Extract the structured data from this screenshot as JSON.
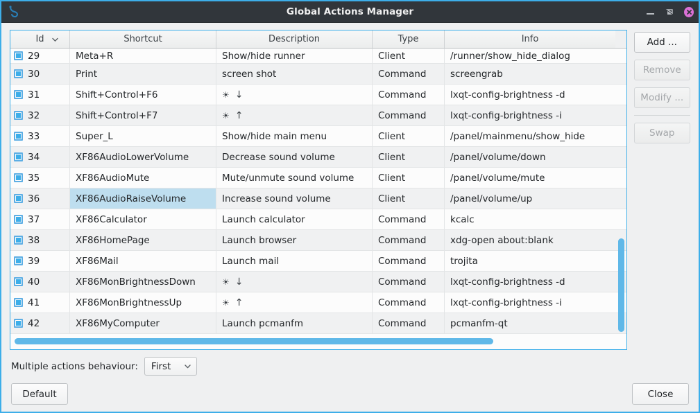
{
  "window": {
    "title": "Global Actions Manager",
    "app_icon": "lxqt-globalkeys-icon",
    "controls": {
      "minimize": "minimize-icon",
      "maximize": "maximize-icon",
      "close": "close-icon"
    },
    "colors": {
      "titlebar_bg": "#31363b",
      "accent": "#3daee9",
      "close_button": "#da70d6",
      "selection": "#bedeef",
      "scrollbar": "#5fb8e8"
    }
  },
  "table": {
    "columns": [
      {
        "key": "id",
        "label": "Id",
        "sorted": true,
        "sort_icon": "chevron-down-icon"
      },
      {
        "key": "shortcut",
        "label": "Shortcut"
      },
      {
        "key": "description",
        "label": "Description"
      },
      {
        "key": "type",
        "label": "Type"
      },
      {
        "key": "info",
        "label": "Info"
      }
    ],
    "rows": [
      {
        "id": "29",
        "shortcut": "Meta+R",
        "description": "Show/hide runner",
        "type": "Client",
        "info": "/runner/show_hide_dialog",
        "checked": true,
        "selected": false,
        "partial": true
      },
      {
        "id": "30",
        "shortcut": "Print",
        "description": "screen shot",
        "type": "Command",
        "info": "screengrab",
        "checked": true,
        "selected": false
      },
      {
        "id": "31",
        "shortcut": "Shift+Control+F6",
        "description": "",
        "desc_glyphs": [
          "brightness-icon",
          "arrow-down-icon"
        ],
        "type": "Command",
        "info": "lxqt-config-brightness -d",
        "checked": true,
        "selected": false
      },
      {
        "id": "32",
        "shortcut": "Shift+Control+F7",
        "description": "",
        "desc_glyphs": [
          "brightness-icon",
          "arrow-up-icon"
        ],
        "type": "Command",
        "info": "lxqt-config-brightness -i",
        "checked": true,
        "selected": false
      },
      {
        "id": "33",
        "shortcut": "Super_L",
        "description": "Show/hide main menu",
        "type": "Client",
        "info": "/panel/mainmenu/show_hide",
        "checked": true,
        "selected": false
      },
      {
        "id": "34",
        "shortcut": "XF86AudioLowerVolume",
        "description": "Decrease sound volume",
        "type": "Client",
        "info": "/panel/volume/down",
        "checked": true,
        "selected": false
      },
      {
        "id": "35",
        "shortcut": "XF86AudioMute",
        "description": "Mute/unmute sound volume",
        "type": "Client",
        "info": "/panel/volume/mute",
        "checked": true,
        "selected": false
      },
      {
        "id": "36",
        "shortcut": "XF86AudioRaiseVolume",
        "description": "Increase sound volume",
        "type": "Client",
        "info": "/panel/volume/up",
        "checked": true,
        "selected": true
      },
      {
        "id": "37",
        "shortcut": "XF86Calculator",
        "description": "Launch calculator",
        "type": "Command",
        "info": "kcalc",
        "checked": true,
        "selected": false
      },
      {
        "id": "38",
        "shortcut": "XF86HomePage",
        "description": "Launch browser",
        "type": "Command",
        "info": "xdg-open about:blank",
        "checked": true,
        "selected": false
      },
      {
        "id": "39",
        "shortcut": "XF86Mail",
        "description": "Launch mail",
        "type": "Command",
        "info": "trojita",
        "checked": true,
        "selected": false
      },
      {
        "id": "40",
        "shortcut": "XF86MonBrightnessDown",
        "description": "",
        "desc_glyphs": [
          "brightness-icon",
          "arrow-down-icon"
        ],
        "type": "Command",
        "info": "lxqt-config-brightness -d",
        "checked": true,
        "selected": false
      },
      {
        "id": "41",
        "shortcut": "XF86MonBrightnessUp",
        "description": "",
        "desc_glyphs": [
          "brightness-icon",
          "arrow-up-icon"
        ],
        "type": "Command",
        "info": "lxqt-config-brightness -i",
        "checked": true,
        "selected": false
      },
      {
        "id": "42",
        "shortcut": "XF86MyComputer",
        "description": "Launch pcmanfm",
        "type": "Command",
        "info": "pcmanfm-qt",
        "checked": true,
        "selected": false
      }
    ],
    "glyphs": {
      "brightness-icon": "☀",
      "arrow-down-icon": "↓",
      "arrow-up-icon": "↑"
    }
  },
  "side_buttons": [
    {
      "name": "add",
      "label": "Add ...",
      "enabled": true
    },
    {
      "name": "remove",
      "label": "Remove",
      "enabled": false
    },
    {
      "name": "modify",
      "label": "Modify ...",
      "enabled": false
    },
    {
      "name": "swap",
      "label": "Swap",
      "enabled": false
    }
  ],
  "bottom": {
    "behaviour_label": "Multiple actions behaviour:",
    "behaviour_value": "First",
    "behaviour_options": [
      "First"
    ],
    "default_label": "Default",
    "close_label": "Close"
  }
}
